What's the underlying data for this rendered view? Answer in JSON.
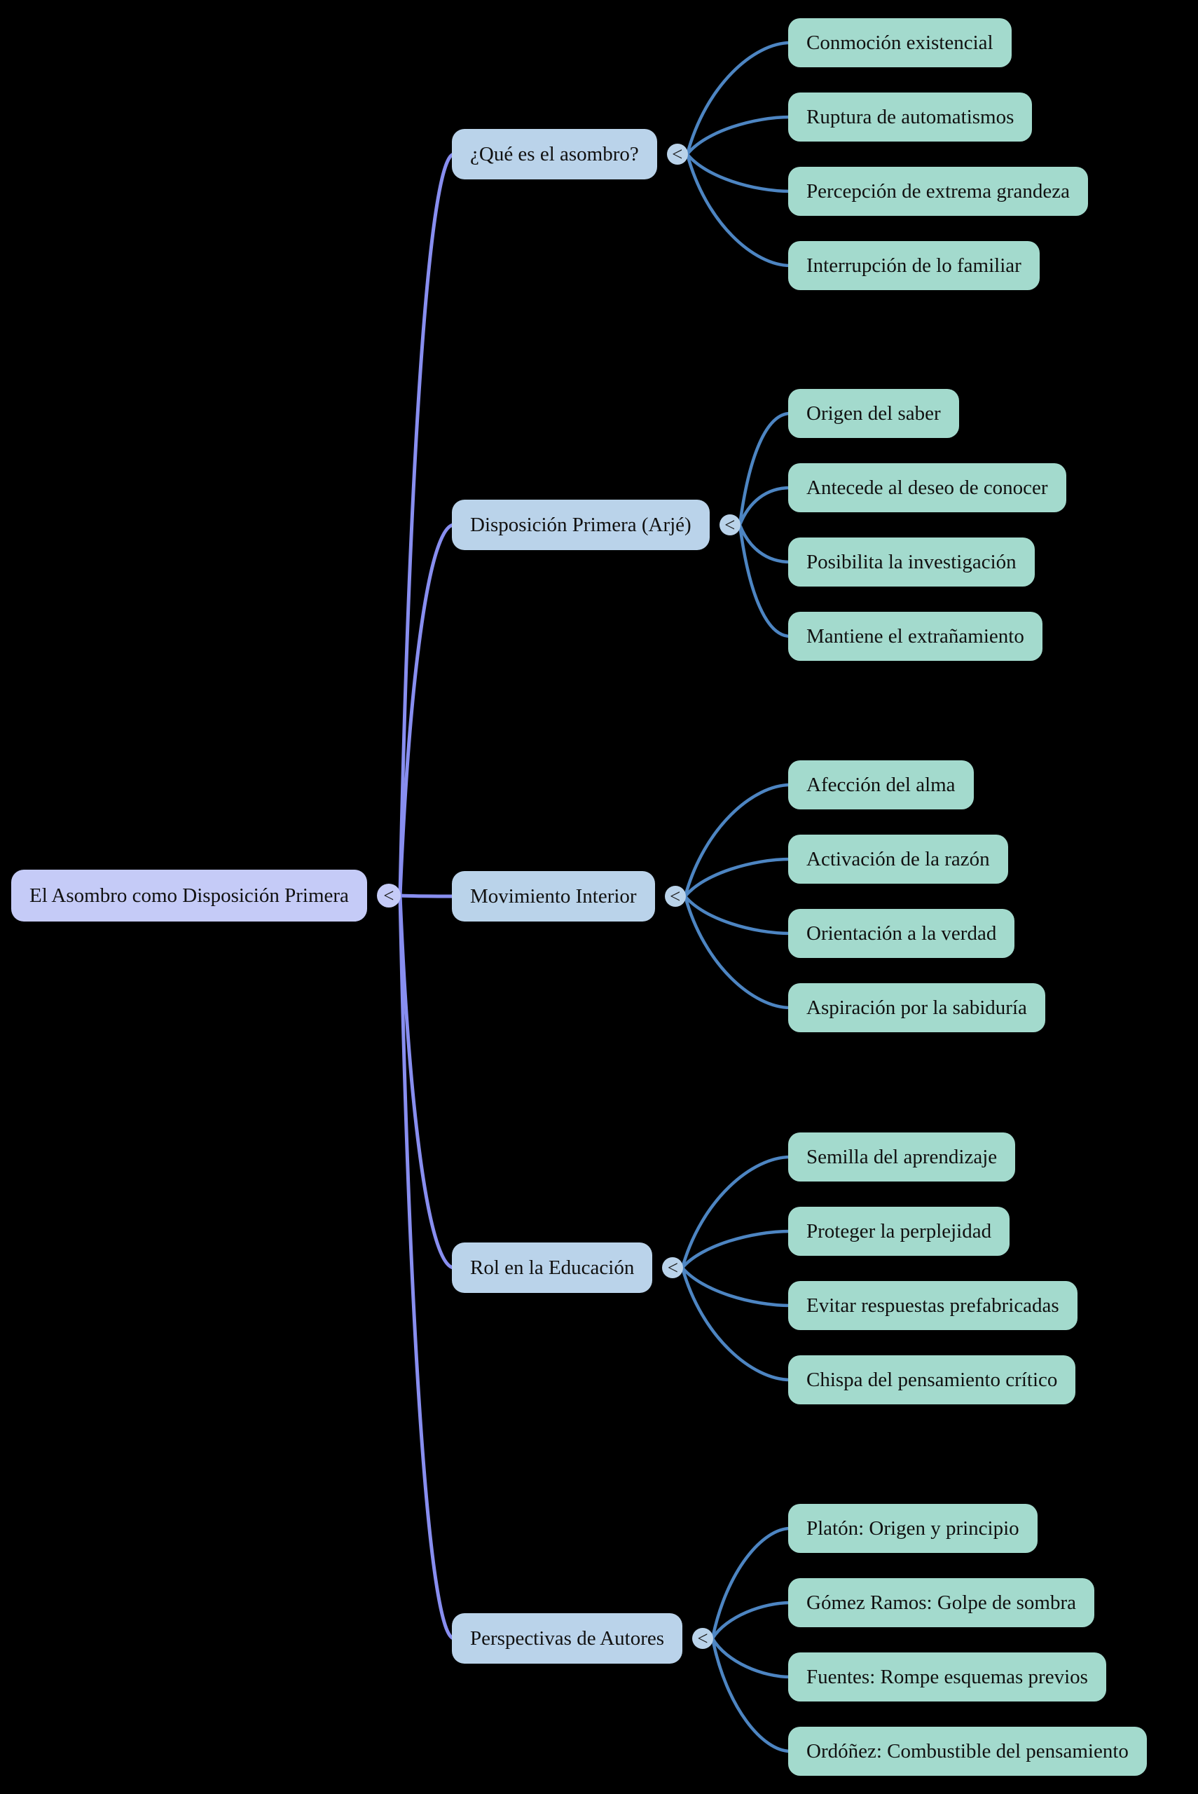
{
  "diagram": {
    "type": "mindmap",
    "background": "#000000",
    "collapse_glyph": "<",
    "colors": {
      "root_fill": "#c5cbf7",
      "branch_fill": "#bad3ea",
      "child_fill": "#a3dacd",
      "root_edge": "#888ef0",
      "branch_edge": "#4d85c2",
      "text": "#111111"
    },
    "root": {
      "label": "El Asombro como Disposición Primera"
    },
    "branches": [
      {
        "label": "¿Qué es el asombro?",
        "children": [
          "Conmoción existencial",
          "Ruptura de automatismos",
          "Percepción de extrema grandeza",
          "Interrupción de lo familiar"
        ]
      },
      {
        "label": "Disposición Primera (Arjé)",
        "children": [
          "Origen del saber",
          "Antecede al deseo de conocer",
          "Posibilita la investigación",
          "Mantiene el extrañamiento"
        ]
      },
      {
        "label": "Movimiento Interior",
        "children": [
          "Afección del alma",
          "Activación de la razón",
          "Orientación a la verdad",
          "Aspiración por la sabiduría"
        ]
      },
      {
        "label": "Rol en la Educación",
        "children": [
          "Semilla del aprendizaje",
          "Proteger la perplejidad",
          "Evitar respuestas prefabricadas",
          "Chispa del pensamiento crítico"
        ]
      },
      {
        "label": "Perspectivas de Autores",
        "children": [
          "Platón: Origen y principio",
          "Gómez Ramos: Golpe de sombra",
          "Fuentes: Rompe esquemas previos",
          "Ordóñez: Combustible del pensamiento"
        ]
      }
    ]
  }
}
